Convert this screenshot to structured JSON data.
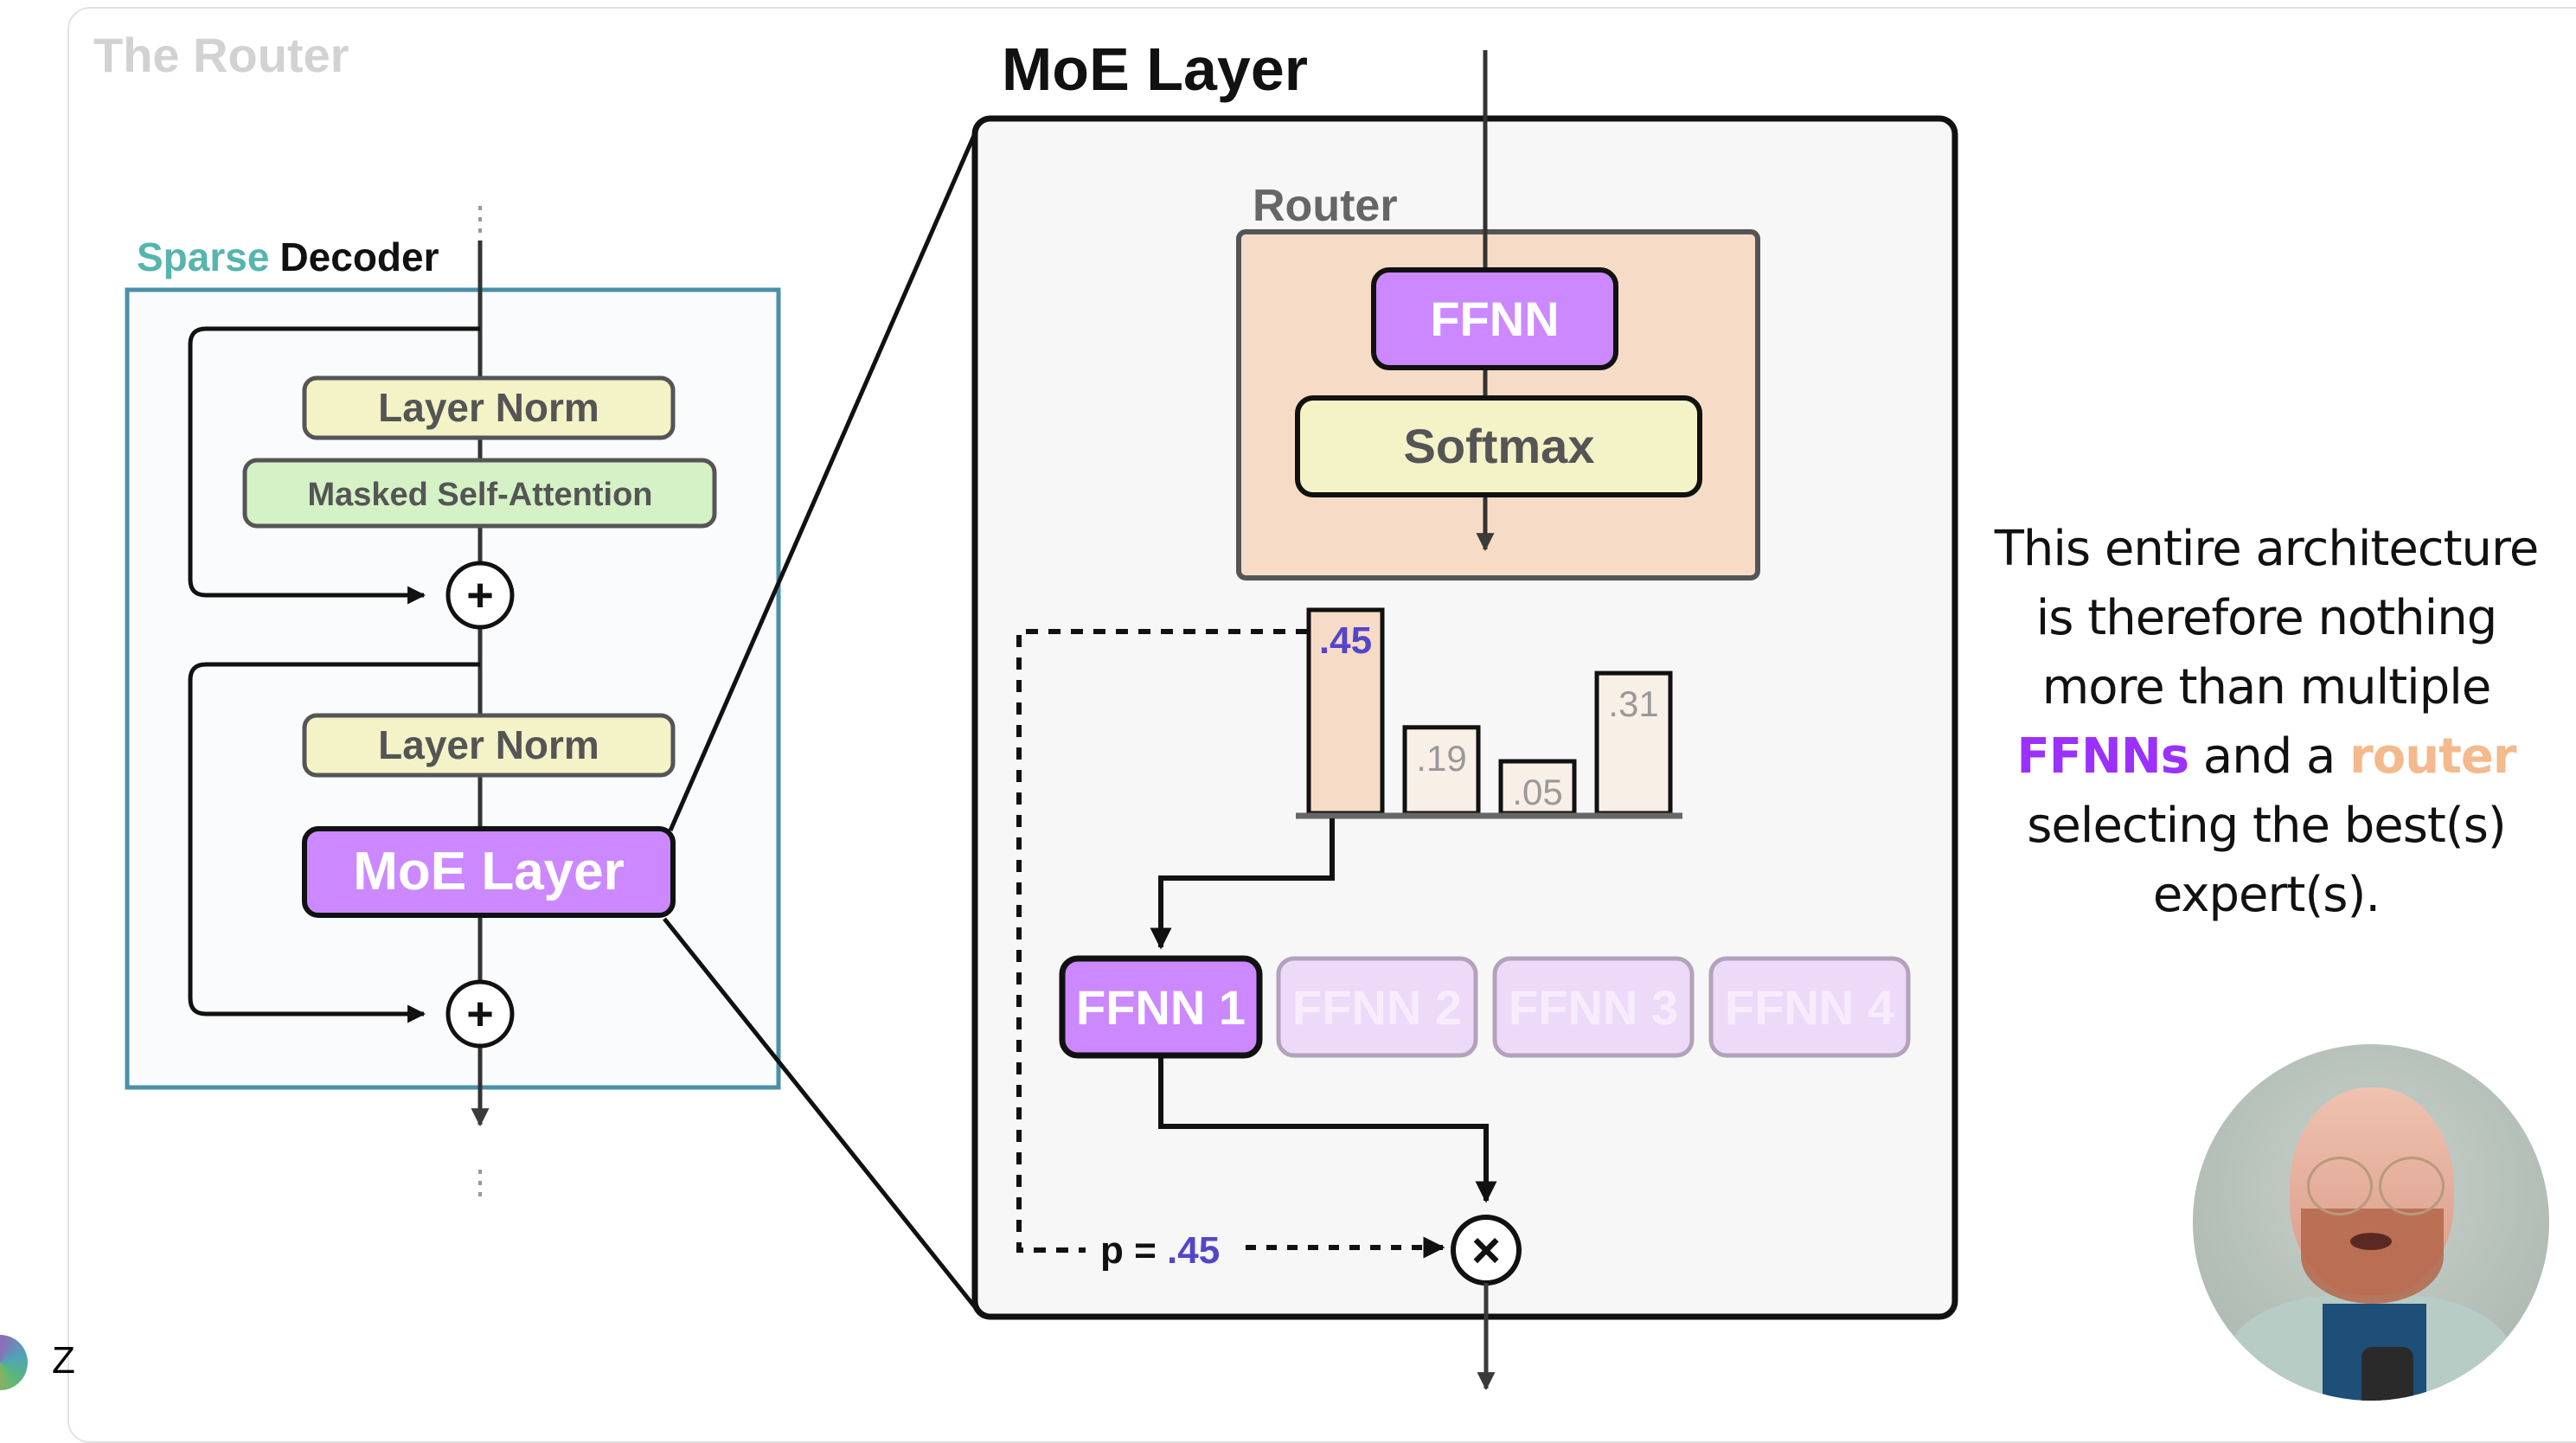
{
  "slide": {
    "title": "The Router"
  },
  "decoder": {
    "label_accent": "Sparse",
    "label_main": "Decoder",
    "blocks": {
      "layer_norm_1": "Layer Norm",
      "attention": "Masked Self-Attention",
      "layer_norm_2": "Layer Norm",
      "moe": "MoE Layer"
    },
    "add_symbol": "+"
  },
  "moe_panel": {
    "title": "MoE Layer",
    "router": {
      "label": "Router",
      "ffnn": "FFNN",
      "softmax": "Softmax"
    },
    "probabilities": [
      {
        "label": ".45",
        "value": 0.45,
        "selected": true
      },
      {
        "label": ".19",
        "value": 0.19,
        "selected": false
      },
      {
        "label": ".05",
        "value": 0.05,
        "selected": false
      },
      {
        "label": ".31",
        "value": 0.31,
        "selected": false
      }
    ],
    "experts": [
      {
        "label": "FFNN 1",
        "active": true
      },
      {
        "label": "FFNN 2",
        "active": false
      },
      {
        "label": "FFNN 3",
        "active": false
      },
      {
        "label": "FFNN 4",
        "active": false
      }
    ],
    "gate_prefix": "p = ",
    "gate_value": ".45",
    "multiply_symbol": "×"
  },
  "explanation": {
    "line1": "This entire architecture",
    "line2": "is therefore nothing",
    "line3": "more than multiple",
    "ffnns": "FFNNs",
    "and_a": " and a ",
    "router": "router",
    "line5": "selecting the best(s)",
    "line6": "expert(s)."
  },
  "presenter": {
    "avatar_initial": "Z"
  },
  "colors": {
    "teal": "#56b5ad",
    "decoder_border": "#4a90a8",
    "purple": "#cc88ff",
    "purple_text": "#9b30ff",
    "router_fill": "#f6dcc7",
    "layer_norm_fill": "#f4f3c8",
    "attention_fill": "#d4f2c6",
    "accent_blue": "#5446c8",
    "router_text": "#f4b98c"
  }
}
